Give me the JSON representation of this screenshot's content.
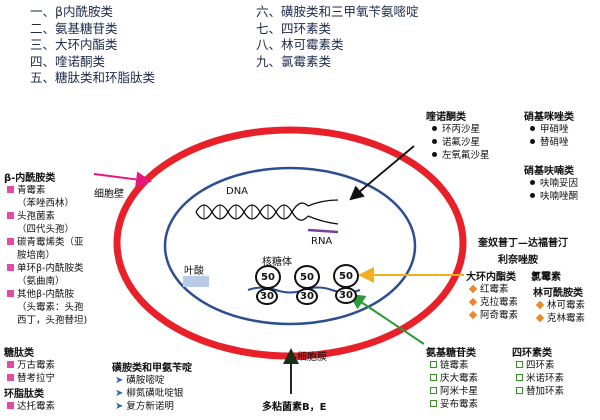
{
  "top_list_left": [
    "一、β内酰胺类",
    "二、氨基糖苷类",
    "三、大环内酯类",
    "四、喹诺酮类",
    "五、糖肽类和环脂肽类"
  ],
  "top_list_right": [
    "六、磺胺类和三甲氧苄氨嘧啶",
    "七、四环素类",
    "八、林可霉素类",
    "九、氯霉素类"
  ],
  "cell": {
    "wall_label": "细胞壁",
    "membrane_label": "细胞膜",
    "dna_label": "DNA",
    "rna_label": "RNA",
    "folate_label": "叶酸",
    "ribosome_label": "核糖体",
    "ribosomes": [
      {
        "large": "50",
        "small": "30"
      },
      {
        "large": "50",
        "small": "30"
      },
      {
        "large": "50",
        "small": "30"
      }
    ]
  },
  "groups": {
    "beta_lactam": {
      "title": "β-内酰胺类",
      "items": [
        "青霉素",
        "（苯唑西林）",
        "头孢菌素",
        "（四代头孢）",
        "碳青霉烯类（亚",
        "胺培南）",
        "单环β-内酰胺类",
        "（氨曲南）",
        "其他β-内酰胺",
        "（头霉素：头孢",
        "西丁，头孢替坦)"
      ],
      "marked": [
        true,
        false,
        true,
        false,
        true,
        false,
        true,
        false,
        true,
        false,
        false
      ]
    },
    "glycopeptide": {
      "title": "糖肽类",
      "items": [
        "万古霉素",
        "替考拉宁"
      ]
    },
    "cyclolipopeptide": {
      "title": "环脂肽类",
      "items": [
        "达托霉素"
      ]
    },
    "sulfonamide": {
      "title": "磺胺类和甲氨苄啶",
      "items": [
        "磺胺嘧啶",
        "柳氮磺吡啶银",
        "复方新诺明"
      ]
    },
    "polymyxin": {
      "title": "多粘菌素B，E"
    },
    "quinolone": {
      "title": "喹诺酮类",
      "items": [
        "环丙沙星",
        "诺氟沙星",
        "左氧氟沙星"
      ]
    },
    "nitroimidazole": {
      "title": "硝基咪唑类",
      "items": [
        "甲硝唑",
        "替硝唑"
      ]
    },
    "nitrofuran": {
      "title": "硝基呋喃类",
      "items": [
        "呋喃妥因",
        "呋喃唑酮"
      ]
    },
    "misc": {
      "quinupristin": "奎奴普丁—达福普汀",
      "linezolid": "利奈唑胺",
      "chloramphenicol": "氯霉素"
    },
    "macrolide": {
      "title": "大环内酯类",
      "items": [
        "红霉素",
        "克拉霉素",
        "阿奇霉素"
      ]
    },
    "lincosamide": {
      "title": "林可酰胺类",
      "items": [
        "林可霉素",
        "克林霉素"
      ]
    },
    "aminoglycoside": {
      "title": "氨基糖苷类",
      "items": [
        "链霉素",
        "庆大霉素",
        "阿米卡星",
        "妥布霉素"
      ]
    },
    "tetracycline": {
      "title": "四环素类",
      "items": [
        "四环素",
        "米诺环素",
        "替加环素"
      ]
    }
  },
  "colors": {
    "wall": "#e8202a",
    "membrane": "#2d4f8f",
    "beta_lactam_arrow": "#e6187f",
    "macrolide_arrow": "#f0b020",
    "aminoglycoside_arrow": "#2a9a3a",
    "rna": "#7a3fa0",
    "folate": "#b8cbe8"
  }
}
